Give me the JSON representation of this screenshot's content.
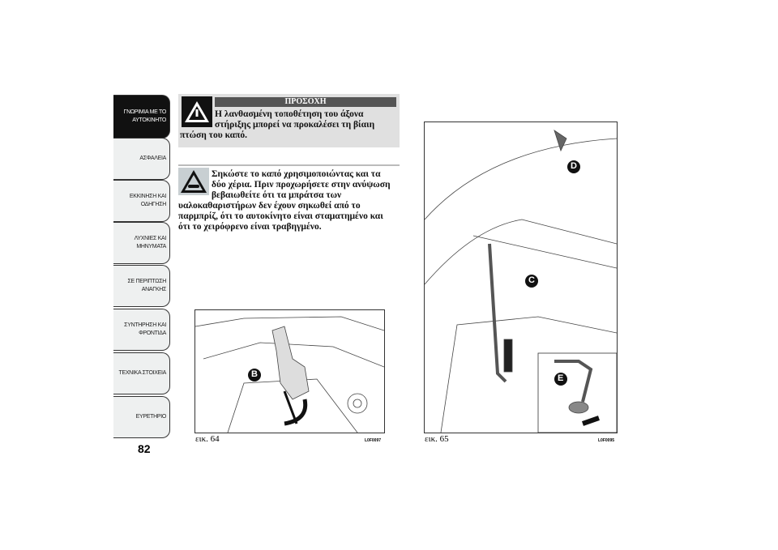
{
  "sidebar": {
    "tabs": [
      "ΓΝΩΡΙΜΙΑ ΜΕ ΤΟ\nΑΥΤΟΚΙΝΗΤΟ",
      "ΑΣΦΑΛΕΙΑ",
      "ΕΚΚΙΝΗΣΗ ΚΑΙ\nΟΔΗΓΗΣΗ",
      "ΛΥΧΝΙΕΣ ΚΑΙ\nΜΗΝΥΜΑΤΑ",
      "ΣΕ ΠΕΡΙΠΤΩΣΗ\nΑΝΑΓΚΗΣ",
      "ΣΥΝΤΗΡΗΣΗ ΚΑΙ\nΦΡΟΝΤΙΔΑ",
      "ΤΕΧΝΙΚΑ ΣΤΟΙΧΕΙΑ",
      "ΕΥΡΕΤΗΡΙΟ"
    ]
  },
  "page_number": "82",
  "warning": {
    "title": "ΠΡΟΣΟΧΗ",
    "line1": "Η λανθασμένη τοποθέτηση του άξονα",
    "line2": "στήριξης μπορεί να προκαλέσει τη βίαιη",
    "line3": "πτώση του καπό."
  },
  "note": {
    "lines": [
      "Σηκώστε το καπό χρησιμοποιώντας και τα",
      "δύο χέρια. Πριν προχωρήσετε στην ανύψωση",
      "βεβαιωθείτε ότι τα μπράτσα των",
      "υαλοκαθαριστήρων δεν έχουν σηκωθεί από το",
      "παρμπρίζ, ότι το αυτοκίνητο είναι σταματημένο και",
      "ότι το χειρόφρενο είναι τραβηγμένο."
    ]
  },
  "figures": [
    {
      "caption": "εικ. 64",
      "code": "L0F0097",
      "labels": [
        "B"
      ]
    },
    {
      "caption": "εικ. 65",
      "code": "L0F0095",
      "labels": [
        "D",
        "C",
        "E"
      ]
    }
  ]
}
